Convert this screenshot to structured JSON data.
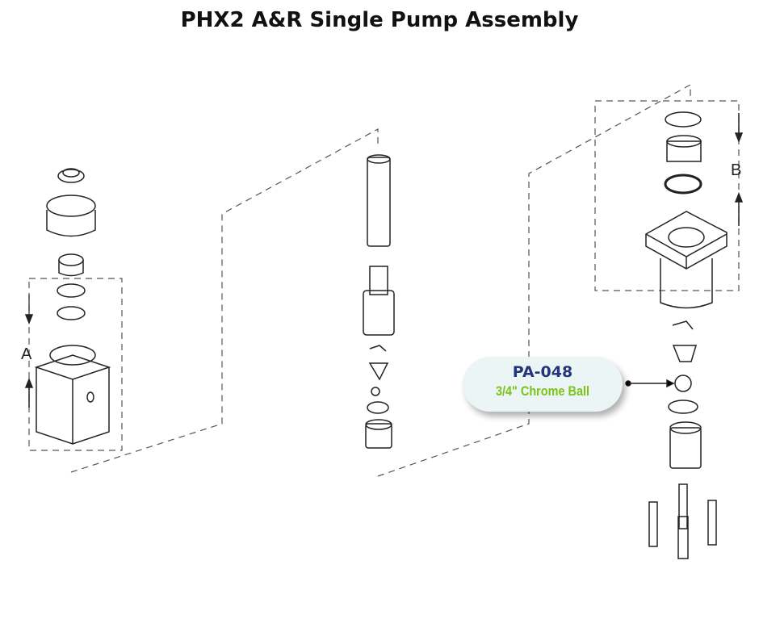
{
  "title": "PHX2 A&R Single Pump Assembly",
  "labels": {
    "a": "A",
    "b": "B"
  },
  "callout": {
    "part_number": "PA-048",
    "description": "3/4\" Chrome Ball",
    "part_color": "#24357a",
    "desc_color": "#7ac41a"
  }
}
